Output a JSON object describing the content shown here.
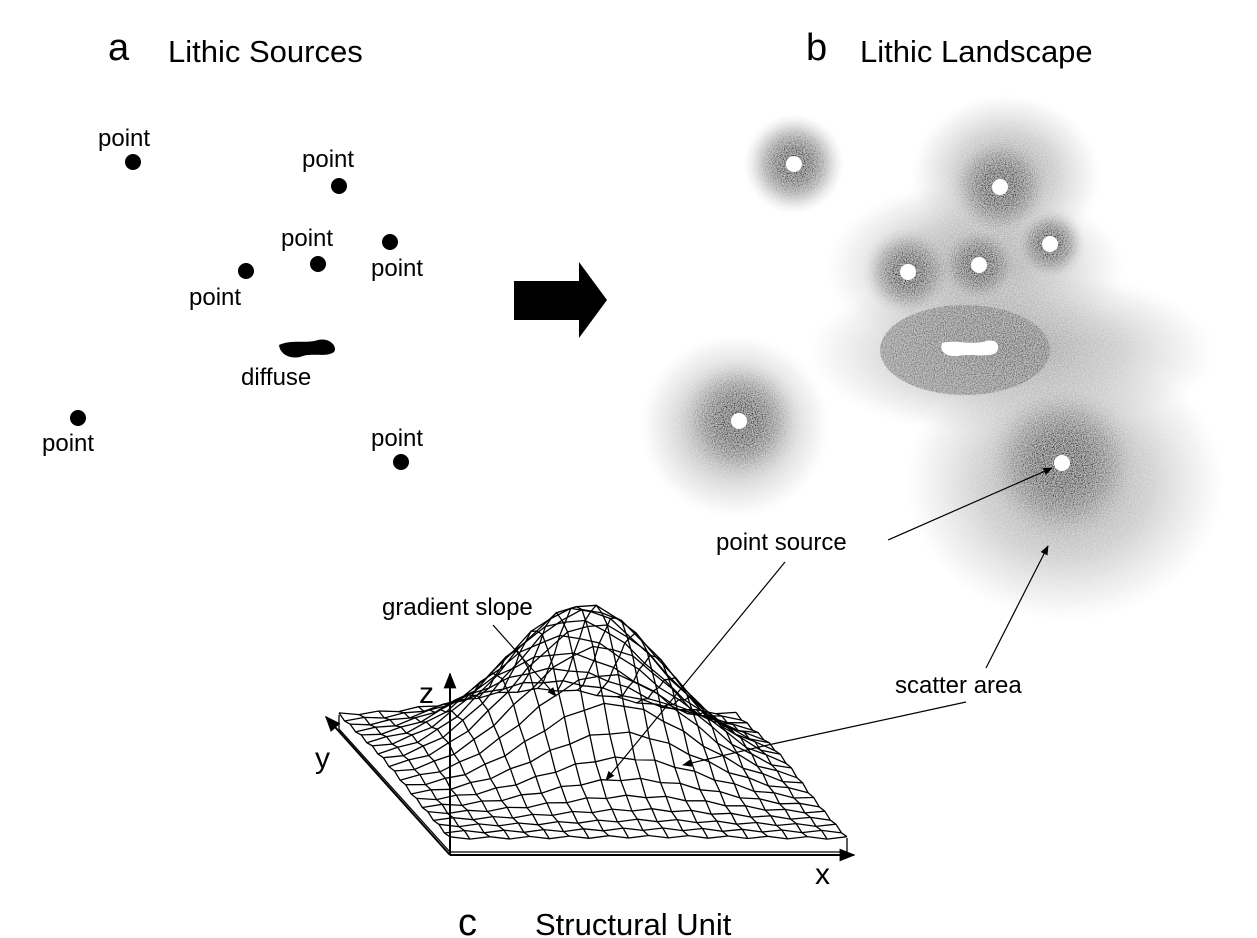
{
  "panels": {
    "a": {
      "letter": "a",
      "title": "Lithic Sources"
    },
    "b": {
      "letter": "b",
      "title": "Lithic Landscape"
    },
    "c": {
      "letter": "c",
      "title": "Structural Unit"
    }
  },
  "sources": {
    "point_label": "point",
    "diffuse_label": "diffuse"
  },
  "annotations": {
    "point_source": "point source",
    "gradient_slope": "gradient slope",
    "scatter_area": "scatter area"
  },
  "axes": {
    "x": "x",
    "y": "y",
    "z": "z"
  },
  "colors": {
    "ink": "#000000",
    "paper": "#ffffff"
  }
}
